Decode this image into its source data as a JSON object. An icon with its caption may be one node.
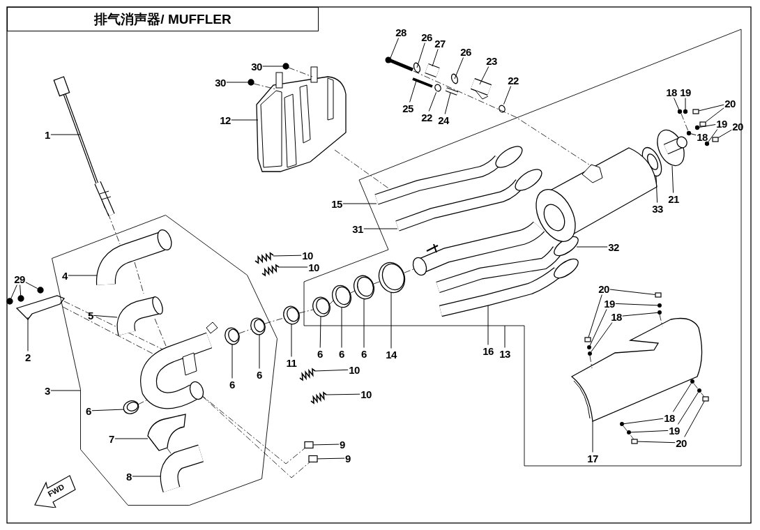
{
  "diagram": {
    "title": "排气消声器/ MUFFLER",
    "nodes": [
      {
        "text": [
          "28"
        ]
      },
      {
        "text": [
          "26"
        ]
      },
      {
        "text": [
          "27"
        ]
      },
      {
        "text": [
          "26"
        ]
      },
      {
        "text": [
          "23"
        ]
      },
      {
        "text": [
          "30"
        ]
      },
      {
        "text": [
          "22"
        ]
      },
      {
        "text": [
          "30"
        ]
      },
      {
        "text": [
          "18"
        ]
      },
      {
        "text": [
          "19"
        ]
      },
      {
        "text": [
          "20"
        ]
      },
      {
        "text": [
          "12"
        ]
      },
      {
        "text": [
          "25"
        ]
      },
      {
        "text": [
          "22"
        ]
      },
      {
        "text": [
          "24"
        ]
      },
      {
        "text": [
          "19"
        ]
      },
      {
        "text": [
          "20"
        ]
      },
      {
        "text": [
          "1"
        ]
      },
      {
        "text": [
          "18"
        ]
      },
      {
        "text": [
          "21"
        ]
      },
      {
        "text": [
          "15"
        ]
      },
      {
        "text": [
          "33"
        ]
      },
      {
        "text": [
          "31"
        ]
      },
      {
        "text": [
          "32"
        ]
      },
      {
        "text": [
          "10"
        ]
      },
      {
        "text": [
          "10"
        ]
      },
      {
        "text": [
          "29"
        ]
      },
      {
        "text": [
          "4"
        ],
        "in": 120
      },
      {
        "text": [
          "20"
        ]
      },
      {
        "text": [
          "19"
        ]
      },
      {
        "text": [
          "18"
        ]
      },
      {
        "text": [
          "5"
        ],
        "in": 120
      },
      {
        "text": [
          "16"
        ]
      },
      {
        "text": [
          "13"
        ]
      },
      {
        "text": [
          "6"
        ]
      },
      {
        "text": [
          "6"
        ]
      },
      {
        "text": [
          "6"
        ]
      },
      {
        "text": [
          "14"
        ]
      },
      {
        "text": [
          "11"
        ]
      },
      {
        "text": [
          "10"
        ]
      },
      {
        "text": [
          "6"
        ],
        "in": 120
      },
      {
        "text": [
          "6"
        ],
        "in": 120
      },
      {
        "text": [
          "2"
        ]
      },
      {
        "text": [
          "3"
        ]
      },
      {
        "text": [
          "10"
        ]
      },
      {
        "text": [
          "6"
        ],
        "in": 120
      },
      {
        "text": [
          "18"
        ]
      },
      {
        "text": [
          "7"
        ],
        "in": 120
      },
      {
        "text": [
          "19"
        ]
      },
      {
        "text": [
          "9"
        ]
      },
      {
        "text": [
          "20"
        ]
      },
      {
        "text": [
          "9"
        ]
      },
      {
        "text": [
          "17"
        ]
      },
      {
        "text": [
          "8"
        ],
        "in": 120
      },
      {
        "text": [],
        "shape": "picture"
      },
      {
        "text": [],
        "shape": "circle"
      },
      {
        "text": [],
        "shape": "picture"
      },
      {
        "text": [],
        "shape": "circle"
      },
      {
        "text": [],
        "shape": "picture"
      },
      {
        "text": [],
        "shape": "circle"
      },
      {
        "text": [],
        "shape": "circle"
      },
      {
        "text": [],
        "shape": "circle"
      },
      {
        "text": [],
        "shape": "circle"
      },
      {
        "text": [],
        "shape": "circle"
      },
      {
        "text": [],
        "shape": "box"
      },
      {
        "text": [],
        "shape": "box"
      },
      {
        "text": [],
        "shape": "picture"
      },
      {
        "text": [],
        "shape": "picture"
      },
      {
        "text": [],
        "shape": "circle"
      },
      {
        "text": [],
        "shape": "picture"
      },
      {
        "text": [],
        "shape": "circle"
      },
      {
        "text": [],
        "shape": "circle"
      },
      {
        "text": [],
        "shape": "box"
      },
      {
        "text": [],
        "shape": "picture"
      },
      {
        "text": [],
        "shape": "circle"
      },
      {
        "text": [],
        "shape": "picture"
      },
      {
        "text": [],
        "shape": "picture"
      },
      {
        "text": [],
        "shape": "picture"
      },
      {
        "text": [],
        "shape": "picture"
      },
      {
        "text": [],
        "shape": "picture"
      },
      {
        "text": [],
        "shape": "picture"
      },
      {
        "text": [],
        "shape": "picture"
      },
      {
        "text": [],
        "shape": "circle"
      },
      {
        "text": [],
        "shape": "circle"
      },
      {
        "text": [],
        "shape": "circle"
      },
      {
        "text": [],
        "shape": "picture",
        "in": 120
      },
      {
        "text": [],
        "shape": "box"
      },
      {
        "text": [],
        "shape": "box"
      },
      {
        "text": [],
        "shape": "circle"
      },
      {
        "text": [],
        "shape": "circle"
      },
      {
        "text": [],
        "shape": "circle"
      },
      {
        "text": [],
        "shape": "circle"
      },
      {
        "text": [],
        "shape": "picture",
        "in": 120
      },
      {
        "text": [],
        "shape": "picture"
      },
      {
        "text": [],
        "shape": "picture"
      },
      {
        "text": [],
        "shape": "picture"
      },
      {
        "text": [],
        "shape": "picture"
      },
      {
        "text": [],
        "shape": "picture"
      },
      {
        "text": [],
        "shape": "picture"
      },
      {
        "text": [],
        "shape": "picture"
      },
      {
        "text": [],
        "shape": "picture",
        "in": 120
      },
      {
        "text": [],
        "shape": "picture",
        "in": 120
      },
      {
        "text": [],
        "shape": "picture"
      },
      {
        "text": [],
        "shape": "picture"
      },
      {
        "text": [],
        "shape": "picture",
        "in": 120
      },
      {
        "text": [],
        "shape": "circle"
      },
      {
        "text": [],
        "shape": "circle"
      },
      {
        "text": [],
        "shape": "picture",
        "in": 120
      },
      {
        "text": [],
        "shape": "circle"
      },
      {
        "text": [],
        "shape": "circle"
      },
      {
        "text": [],
        "shape": "box"
      },
      {
        "text": [],
        "shape": "box"
      },
      {
        "text": [],
        "shape": "box"
      },
      {
        "text": [],
        "shape": "box"
      },
      {
        "text": [],
        "shape": "picture"
      },
      {
        "text": [],
        "shape": "picture",
        "in": 120
      },
      {
        "text": [
          "FWD"
        ]
      },
      {
        "text": [],
        "shape": "picture",
        "in": 120
      },
      {
        "text": [],
        "shape": "picture"
      },
      {
        "text": [],
        "shape": "picture"
      },
      {
        "text": [],
        "shape": "polygon"
      }
    ],
    "edges": [
      {
        "from": 0,
        "to": 54,
        "arrow": "none"
      },
      {
        "from": 1,
        "to": 55,
        "arrow": "none"
      },
      {
        "from": 2,
        "to": 56,
        "arrow": "none"
      },
      {
        "from": 3,
        "to": 57,
        "arrow": "none"
      },
      {
        "from": 4,
        "to": 58,
        "arrow": "none"
      },
      {
        "from": 5,
        "to": 59,
        "arrow": "none"
      },
      {
        "from": 6,
        "to": 60,
        "arrow": "none"
      },
      {
        "from": 7,
        "to": 61,
        "arrow": "none"
      },
      {
        "from": 8,
        "to": 62,
        "arrow": "none"
      },
      {
        "from": 9,
        "to": 63,
        "arrow": "none"
      },
      {
        "from": 10,
        "to": 64,
        "arrow": "none"
      },
      {
        "from": 10,
        "to": 65,
        "arrow": "none"
      },
      {
        "from": 11,
        "to": 66,
        "arrow": "none"
      },
      {
        "from": 12,
        "to": 67,
        "arrow": "none"
      },
      {
        "from": 13,
        "to": 68,
        "arrow": "none"
      },
      {
        "from": 14,
        "to": 69,
        "arrow": "none"
      },
      {
        "from": 15,
        "to": 70,
        "arrow": "none"
      },
      {
        "from": 15,
        "to": 71,
        "arrow": "none"
      },
      {
        "from": 16,
        "to": 72,
        "arrow": "none"
      },
      {
        "from": 17,
        "to": 73,
        "arrow": "none"
      },
      {
        "from": 18,
        "to": 74,
        "arrow": "none"
      },
      {
        "from": 19,
        "to": 75,
        "arrow": "none"
      },
      {
        "from": 20,
        "to": 76,
        "arrow": "none"
      },
      {
        "from": 21,
        "to": 77,
        "arrow": "none"
      },
      {
        "from": 22,
        "to": 78,
        "arrow": "none"
      },
      {
        "from": 23,
        "to": 79,
        "arrow": "none"
      },
      {
        "from": 24,
        "to": 80,
        "arrow": "none"
      },
      {
        "from": 25,
        "to": 81,
        "arrow": "none"
      },
      {
        "from": 26,
        "to": 82,
        "arrow": "none"
      },
      {
        "from": 26,
        "to": 83,
        "arrow": "none"
      },
      {
        "from": 26,
        "to": 84,
        "arrow": "none"
      },
      {
        "from": 27,
        "to": 85,
        "arrow": "none"
      },
      {
        "from": 28,
        "to": 86,
        "arrow": "none"
      },
      {
        "from": 28,
        "to": 87,
        "arrow": "none"
      },
      {
        "from": 29,
        "to": 88,
        "arrow": "none"
      },
      {
        "from": 29,
        "to": 89,
        "arrow": "none"
      },
      {
        "from": 30,
        "to": 90,
        "arrow": "none"
      },
      {
        "from": 30,
        "to": 91,
        "arrow": "none"
      },
      {
        "from": 31,
        "to": 92,
        "arrow": "none"
      },
      {
        "from": 32,
        "to": 93,
        "arrow": "none"
      },
      {
        "from": 33,
        "to": null,
        "arrow": "none"
      },
      {
        "from": 34,
        "to": 94,
        "arrow": "none"
      },
      {
        "from": 35,
        "to": 95,
        "arrow": "none"
      },
      {
        "from": 36,
        "to": 96,
        "arrow": "none"
      },
      {
        "from": 37,
        "to": 97,
        "arrow": "none"
      },
      {
        "from": 38,
        "to": 98,
        "arrow": "none"
      },
      {
        "from": 39,
        "to": 99,
        "arrow": "none"
      },
      {
        "from": 40,
        "to": 100,
        "arrow": "none"
      },
      {
        "from": 41,
        "to": 101,
        "arrow": "none"
      },
      {
        "from": 42,
        "to": 102,
        "arrow": "none"
      },
      {
        "from": 43,
        "to": 120,
        "arrow": "none"
      },
      {
        "from": 44,
        "to": 103,
        "arrow": "none"
      },
      {
        "from": 45,
        "to": 104,
        "arrow": "none"
      },
      {
        "from": 46,
        "to": 105,
        "arrow": "none"
      },
      {
        "from": 46,
        "to": 106,
        "arrow": "none"
      },
      {
        "from": 47,
        "to": 107,
        "arrow": "none"
      },
      {
        "from": 48,
        "to": 108,
        "arrow": "none"
      },
      {
        "from": 48,
        "to": 109,
        "arrow": "none"
      },
      {
        "from": 49,
        "to": 110,
        "arrow": "none"
      },
      {
        "from": 50,
        "to": 111,
        "arrow": "none"
      },
      {
        "from": 50,
        "to": 112,
        "arrow": "none"
      },
      {
        "from": 51,
        "to": 113,
        "arrow": "none"
      },
      {
        "from": 52,
        "to": 114,
        "arrow": "none"
      },
      {
        "from": 53,
        "to": 115,
        "arrow": "none"
      },
      {
        "from": 73,
        "to": 85,
        "arrow": "none",
        "style": "dashed"
      },
      {
        "from": 59,
        "to": 66,
        "arrow": "none",
        "style": "dashed"
      },
      {
        "from": 61,
        "to": 66,
        "arrow": "none",
        "style": "dashed"
      },
      {
        "from": 66,
        "to": 76,
        "arrow": "none",
        "style": "dashed"
      },
      {
        "from": 54,
        "to": 119,
        "arrow": "none",
        "style": "dashed"
      },
      {
        "from": 101,
        "to": 100,
        "arrow": "none",
        "style": "dashed"
      },
      {
        "from": 102,
        "to": 117,
        "arrow": "none",
        "style": "dashed"
      },
      {
        "from": 102,
        "to": 117,
        "arrow": "none",
        "style": "dashed"
      },
      {
        "from": 85,
        "to": 92,
        "arrow": "none",
        "style": "dashed"
      },
      {
        "from": 104,
        "to": 117,
        "arrow": "none",
        "style": "dashed"
      },
      {
        "from": 107,
        "to": 115,
        "arrow": "none",
        "style": "dashed"
      },
      {
        "from": 117,
        "to": 110,
        "arrow": "none",
        "style": "dashed"
      },
      {
        "from": 117,
        "to": 113,
        "arrow": "none",
        "style": "dashed"
      },
      {
        "from": 91,
        "to": 114,
        "arrow": "none",
        "style": "dashed"
      },
      {
        "from": 90,
        "to": 114,
        "arrow": "none",
        "style": "dashed"
      },
      {
        "from": 106,
        "to": 112,
        "arrow": "none",
        "style": "dashed"
      },
      {
        "from": 105,
        "to": 111,
        "arrow": "none",
        "style": "dashed"
      },
      {
        "from": 62,
        "to": 74,
        "arrow": "none",
        "style": "dashed"
      },
      {
        "from": 100,
        "to": 98,
        "arrow": "none",
        "style": "dashed"
      },
      {
        "from": 98,
        "to": 94,
        "arrow": "none",
        "style": "dashed"
      },
      {
        "from": 94,
        "to": 95,
        "arrow": "none",
        "style": "dashed"
      },
      {
        "from": 95,
        "to": 96,
        "arrow": "none",
        "style": "dashed"
      },
      {
        "from": 96,
        "to": 97,
        "arrow": "none",
        "style": "dashed"
      },
      {
        "from": 97,
        "to": 118,
        "arrow": "none",
        "style": "dashed"
      },
      {
        "from": 92,
        "to": 117,
        "arrow": "none",
        "style": "dashed"
      }
    ]
  }
}
